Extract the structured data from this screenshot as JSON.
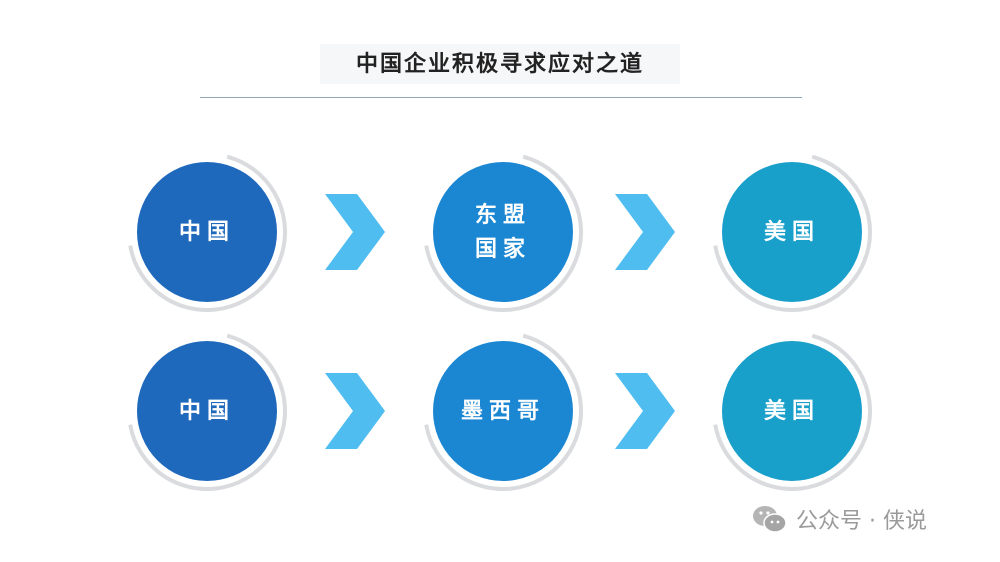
{
  "title": "中国企业积极寻求应对之道",
  "colors": {
    "china": "#1f69bd",
    "middle": "#1b87d3",
    "usa": "#18a0cb",
    "arrow": "#4fbdf0",
    "ring": "#d9dbde"
  },
  "rows": [
    {
      "nodes": [
        "中国",
        "东盟\n国家",
        "美国"
      ]
    },
    {
      "nodes": [
        "中国",
        "墨西哥",
        "美国"
      ]
    }
  ],
  "watermark": {
    "icon": "wechat-icon",
    "text": "公众号 · 侠说"
  }
}
